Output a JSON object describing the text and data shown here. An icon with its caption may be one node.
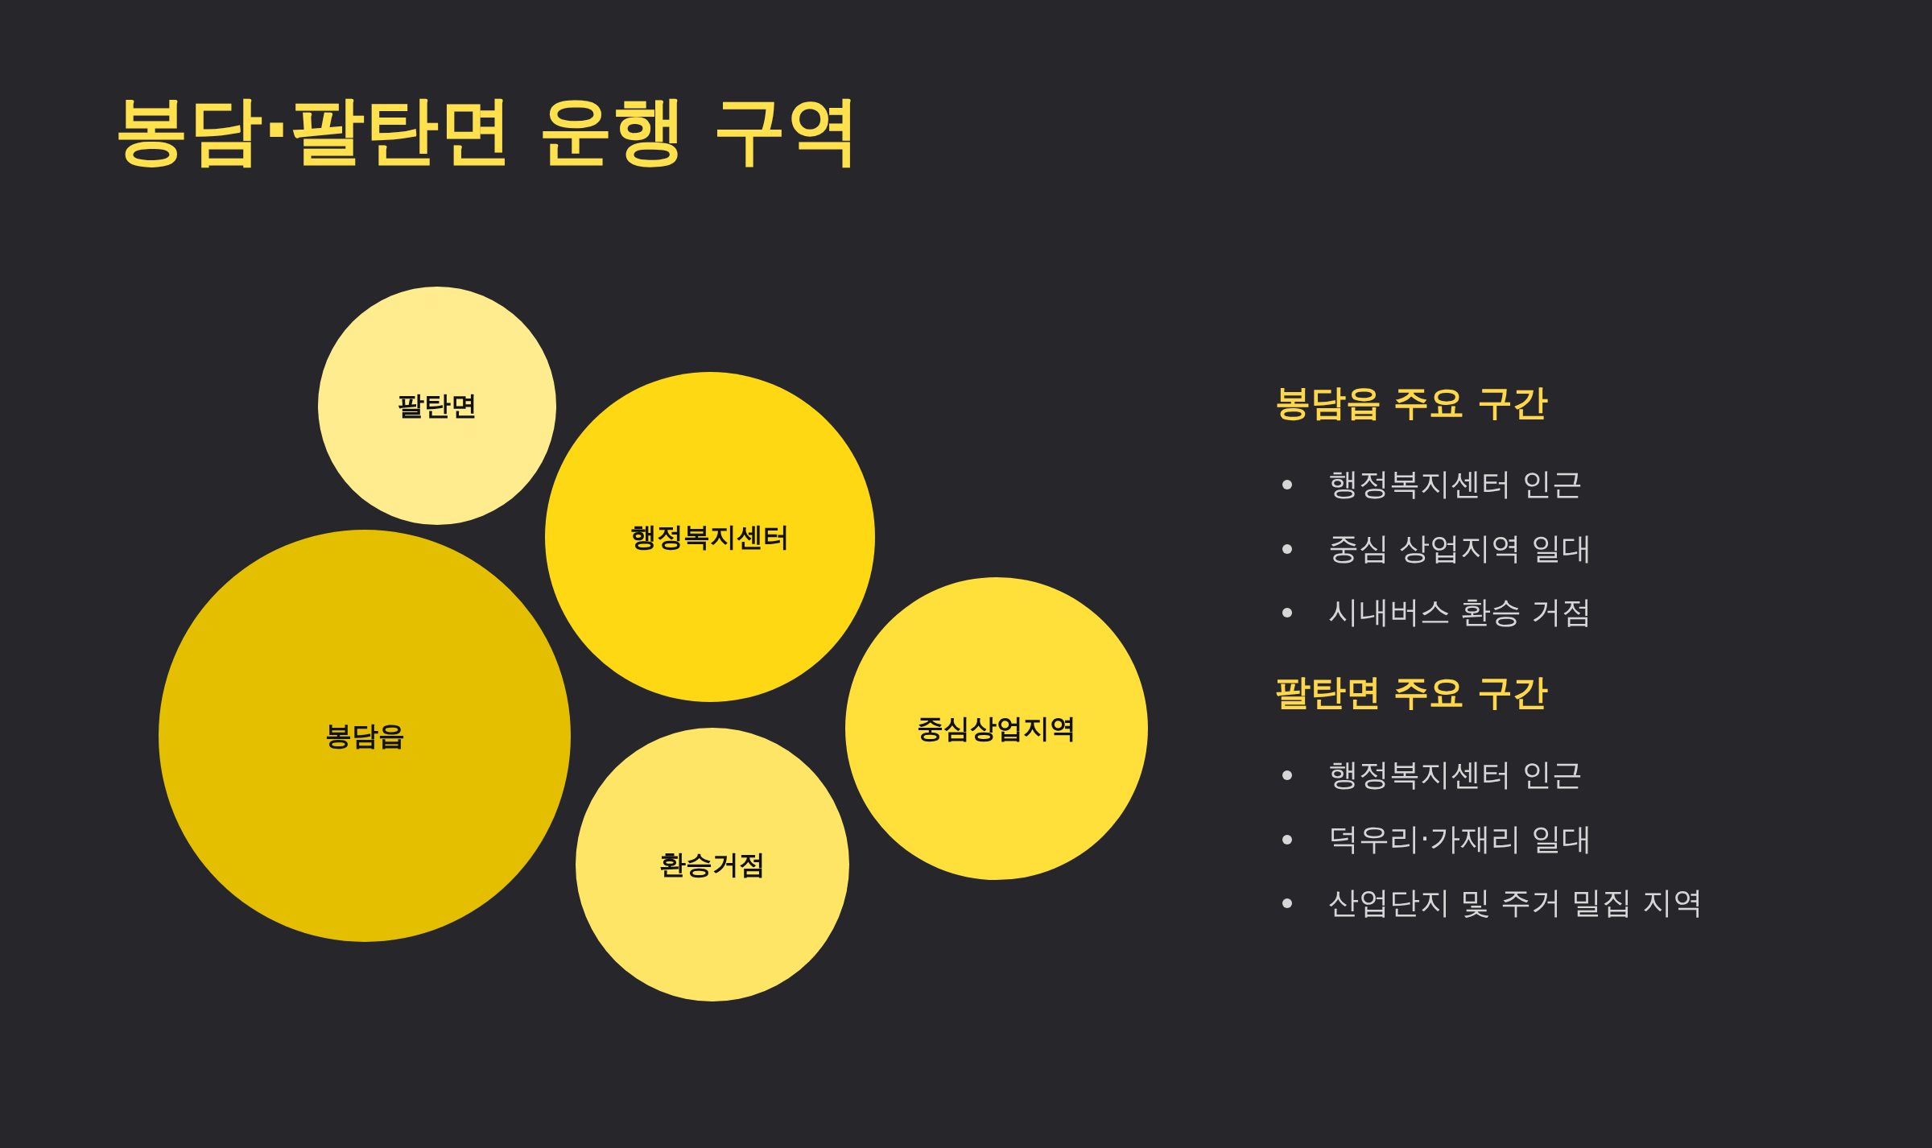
{
  "diagram": {
    "title": "봉담·팔탄면 운행 구역",
    "nodes": [
      {
        "text": [
          "팔탄면"
        ]
      },
      {
        "text": [
          "행정복지센터"
        ]
      },
      {
        "text": [
          "봉담읍"
        ]
      },
      {
        "text": [
          "중심상업지역"
        ]
      },
      {
        "text": [
          "환승거점"
        ]
      }
    ],
    "labels": [
      "봉담읍 주요 구간",
      "행정복지센터 인근",
      "중심 상업지역 일대",
      "시내버스 환승 거점",
      "팔탄면 주요 구간",
      "행정복지센터 인근",
      "덕우리·가재리 일대",
      "산업단지 및 주거 밀집 지역"
    ]
  }
}
